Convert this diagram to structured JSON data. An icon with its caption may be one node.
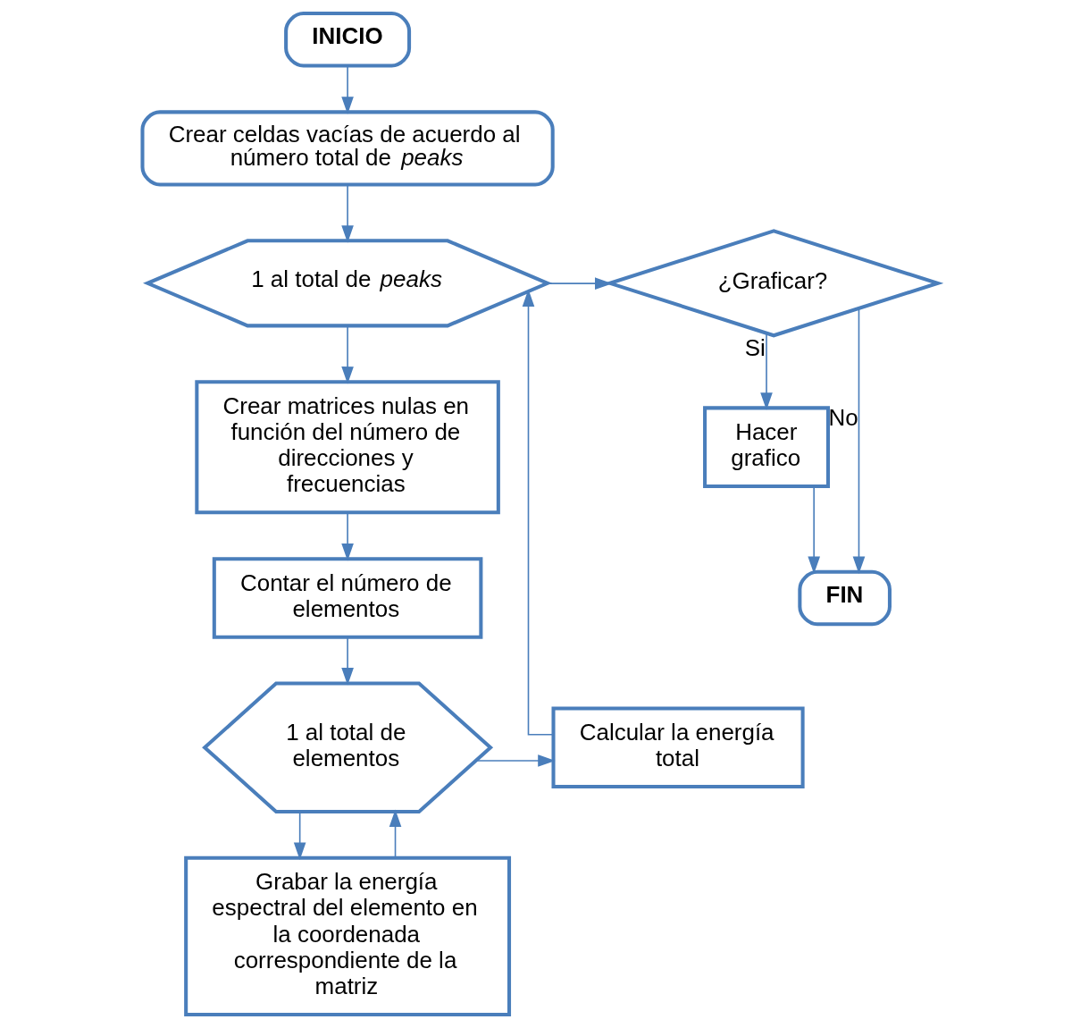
{
  "diagram": {
    "nodes": [
      {
        "text": [
          "INICIO"
        ]
      },
      {
        "text": [
          "Crear celdas vacías de acuerdo al número total de *peaks*"
        ]
      },
      {
        "text": [
          "1 al total de *peaks*"
        ]
      },
      {
        "text": [
          "¿Graficar?"
        ]
      },
      {
        "text": [
          "Hacer grafico"
        ]
      },
      {
        "text": [
          "Crear matrices nulas en función del número de direcciones y frecuencias"
        ]
      },
      {
        "text": [
          "FIN"
        ]
      },
      {
        "text": [
          "Contar el número de elementos"
        ]
      },
      {
        "text": [
          "1 al total de elementos"
        ]
      },
      {
        "text": [
          "Calcular la energía total"
        ]
      },
      {
        "text": [
          "Grabar la energía espectral del elemento en la coordenada correspondiente de la matriz"
        ]
      }
    ],
    "edges": [
      {
        "from": 0,
        "to": 1,
        "arrow": "to"
      },
      {
        "from": 1,
        "to": 2,
        "arrow": "to"
      },
      {
        "from": 2,
        "to": 3,
        "arrow": "to"
      },
      {
        "from": 3,
        "to": 4,
        "arrow": "to",
        "label": "Si"
      },
      {
        "from": 3,
        "to": 6,
        "arrow": "to",
        "label": "No"
      },
      {
        "from": 4,
        "to": 6,
        "arrow": "to"
      },
      {
        "from": 2,
        "to": 5,
        "arrow": "to"
      },
      {
        "from": 5,
        "to": 7,
        "arrow": "to"
      },
      {
        "from": 7,
        "to": 8,
        "arrow": "to"
      },
      {
        "from": 8,
        "to": 9,
        "arrow": "to"
      },
      {
        "from": 8,
        "to": 10,
        "arrow": "to"
      },
      {
        "from": 10,
        "to": 8,
        "arrow": "to"
      },
      {
        "from": 9,
        "to": 2,
        "arrow": "to"
      }
    ]
  }
}
